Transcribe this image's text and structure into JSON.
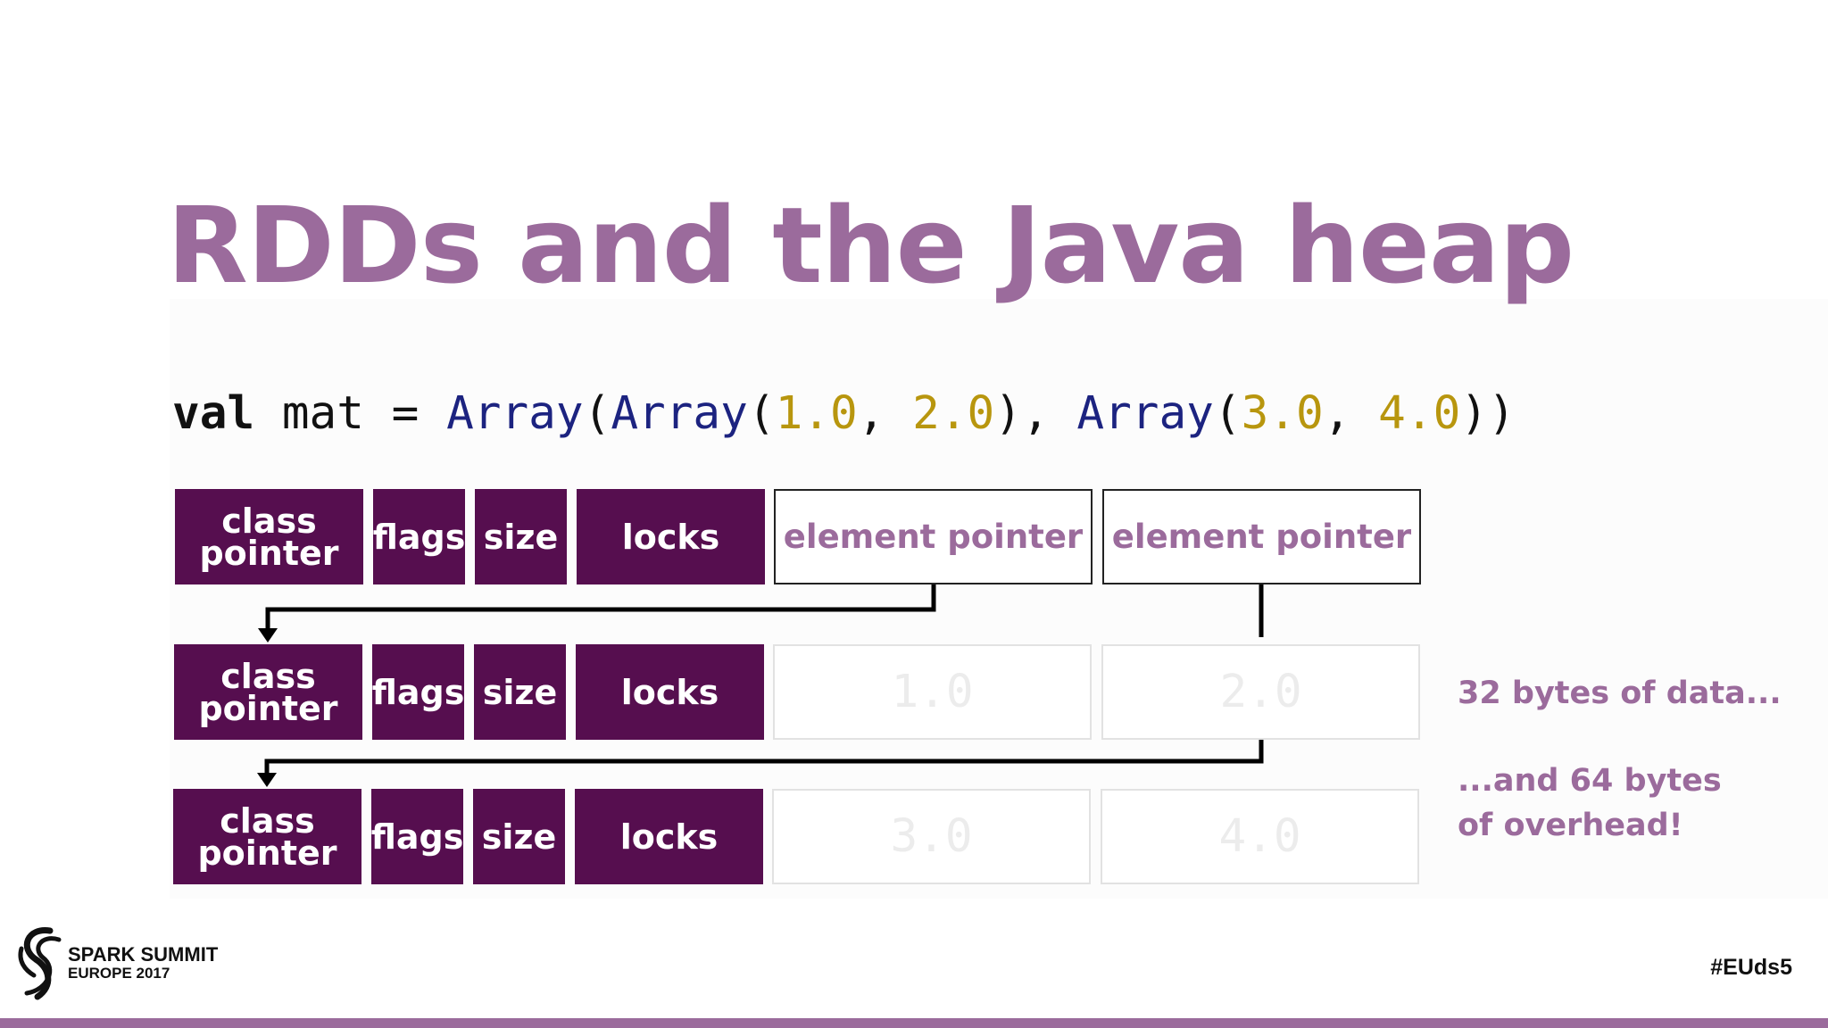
{
  "slide": {
    "title": "RDDs and the Java heap",
    "colors": {
      "accent": "#9b6b9c",
      "header_fill": "#560e4f",
      "code_function": "#1c2380",
      "code_number": "#b8960e"
    }
  },
  "code": {
    "kw": "val",
    "t1": " mat = ",
    "fn1": "Array",
    "t2": "(",
    "fn2": "Array",
    "t3": "(",
    "n1": "1.0",
    "t4": ", ",
    "n2": "2.0",
    "t5": "), ",
    "fn3": "Array",
    "t6": "(",
    "n3": "3.0",
    "t7": ", ",
    "n4": "4.0",
    "t8": "))"
  },
  "diagram": {
    "rows": [
      {
        "header": {
          "class_pointer": [
            "class",
            "pointer"
          ],
          "flags": "flags",
          "size": "size",
          "locks": "locks"
        },
        "slots": [
          "element pointer",
          "element pointer"
        ]
      },
      {
        "header": {
          "class_pointer": [
            "class",
            "pointer"
          ],
          "flags": "flags",
          "size": "size",
          "locks": "locks"
        },
        "slots": [
          "1.0",
          "2.0"
        ]
      },
      {
        "header": {
          "class_pointer": [
            "class",
            "pointer"
          ],
          "flags": "flags",
          "size": "size",
          "locks": "locks"
        },
        "slots": [
          "3.0",
          "4.0"
        ]
      }
    ],
    "notes": {
      "data": "32 bytes of data...",
      "overhead_line1": "...and 64 bytes",
      "overhead_line2": "of overhead!"
    }
  },
  "footer": {
    "logo_icon": "spark-summit-swirl-icon",
    "brand_line1": "SPARK SUMMIT",
    "brand_line2": "EUROPE 2017",
    "hashtag": "#EUds5"
  }
}
